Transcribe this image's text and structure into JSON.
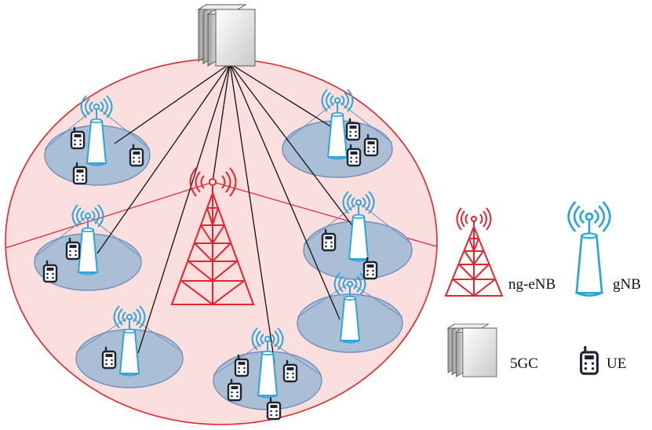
{
  "legend": {
    "ng_enb": "ng-eNB",
    "gnb": "gNB",
    "core": "5GC",
    "ue": "UE"
  },
  "colors": {
    "macro_fill": "#fbdede",
    "macro_stroke": "#e8232a",
    "small_cell_fill": "#aabfd6",
    "small_cell_stroke": "#6f8fb8",
    "gnb": "#2aa6d8",
    "ng_enb": "#e8232a",
    "links": "#111111"
  },
  "icons": {
    "core": "server-stack-icon",
    "ng_enb": "lattice-tower-icon",
    "gnb": "cylinder-tower-icon",
    "ue": "handset-icon"
  }
}
